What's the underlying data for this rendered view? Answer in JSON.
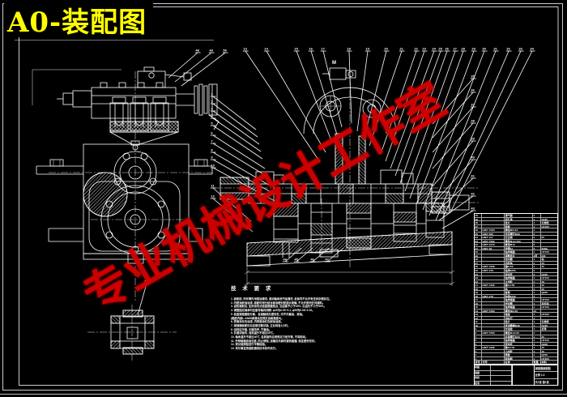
{
  "sheet": {
    "background": "#000000",
    "line_color": "#ffffff"
  },
  "header": {
    "title": "A0-装配图",
    "color": "#ffff00"
  },
  "watermark": {
    "text": "专业机械设计工作室",
    "color": "#d40000"
  },
  "view_labels": {
    "m_view": "M"
  },
  "callouts": {
    "left": [
      "1",
      "2",
      "3",
      "4",
      "5",
      "6",
      "7",
      "8",
      "9",
      "10",
      "11",
      "12"
    ],
    "top": [
      "13",
      "14",
      "15",
      "16",
      "17",
      "18",
      "19",
      "20",
      "21",
      "22",
      "23",
      "24",
      "25",
      "26",
      "27",
      "28",
      "29",
      "30",
      "31",
      "32",
      "33",
      "34"
    ],
    "right": [
      "35",
      "36",
      "37",
      "38",
      "39",
      "40",
      "41",
      "42",
      "43"
    ],
    "bottom": [
      "44",
      "45",
      "46",
      "47"
    ],
    "left_view_top": [
      "48",
      "49",
      "50"
    ],
    "detail": "51"
  },
  "notes": {
    "title": "技 术 要 求",
    "lines": [
      "1. 装配前, 所有零件用煤油清洗, 滚动轴承用汽油清洗, 机体内不允许有任何杂物存在。",
      "2. 内壁涂耐油油漆, 装配时剖分结合面涂密封胶或水玻璃, 不允许使用任何填料。",
      "3. 齿轮装配后, 应用涂色法检查接触斑点, 沿齿高不小于40%, 沿齿长不小于50%。",
      "4. 调整固定轴承时应留有轴向间隙: φ40为0.05~0.1, φ55为0.08~0.15。",
      "5. 检查减速器剖分面、各接触面及密封处, 均不许漏油、渗油。",
      "   (箱座内装L-AN68润滑油至规定油面高度H)。",
      "6. 表面涂灰色油漆, 内表面涂红色耐油油漆。",
      "7. 减速器装配好后应做空载试验, 正反转各1小时。",
      "8. 运转应平稳, 无撞击声, 不漏油。",
      "9. 负载试验时, 油池温升不超过35℃。",
      "10. 轴承温升不超过40℃, 各紧固件应按规定力矩拧紧, 不得松动。",
      "11. 外伸轴端涂油包装, 防止锈蚀, 运输及吊装时避免碰撞, 保证密封完好。",
      "12. 按试验规程进行平衡检验。",
      "13. 未尽事宜按装配通用技术条件执行。"
    ]
  },
  "parts_list": {
    "headers": [
      "序号",
      "代号",
      "名称",
      "数量",
      "材料"
    ],
    "rows": [
      [
        "40",
        "",
        "通气器",
        "1",
        ""
      ],
      [
        "39",
        "",
        "视孔盖",
        "1",
        "Q235"
      ],
      [
        "38",
        "",
        "垫片",
        "1",
        "石棉纸"
      ],
      [
        "37",
        "",
        "箱盖",
        "1",
        "HT200"
      ],
      [
        "36",
        "GB/T 5783",
        "螺栓M6×16",
        "4",
        ""
      ],
      [
        "35",
        "GB/T 825",
        "吊环螺钉M10",
        "2",
        ""
      ],
      [
        "34",
        "GB/T 117",
        "定位销",
        "2",
        "35"
      ],
      [
        "33",
        "GB/T 5782",
        "螺栓M12×100",
        "6",
        ""
      ],
      [
        "32",
        "GB/T 6170",
        "螺母M12",
        "6",
        ""
      ],
      [
        "31",
        "GB/T 93",
        "垫圈12",
        "6",
        "65Mn"
      ],
      [
        "30",
        "",
        "轴承端盖",
        "1",
        "HT150"
      ],
      [
        "29",
        "",
        "调整垫片",
        "2组",
        "08F"
      ],
      [
        "28",
        "",
        "密封圈",
        "1",
        "毡"
      ],
      [
        "27",
        "",
        "齿轮轴",
        "1",
        "45"
      ],
      [
        "26",
        "GB/T 1096",
        "键8×50",
        "1",
        "45"
      ],
      [
        "25",
        "GB/T 276",
        "轴承6206",
        "2",
        ""
      ],
      [
        "24",
        "",
        "挡油环",
        "2",
        "Q235"
      ],
      [
        "23",
        "",
        "轴承端盖",
        "1",
        "HT150"
      ],
      [
        "22",
        "",
        "大齿轮",
        "1",
        "40"
      ],
      [
        "21",
        "GB/T 1096",
        "键14×56",
        "1",
        "45"
      ],
      [
        "20",
        "",
        "轴",
        "1",
        "45"
      ],
      [
        "19",
        "",
        "套筒",
        "1",
        "Q235"
      ],
      [
        "18",
        "GB/T 276",
        "轴承6208",
        "2",
        ""
      ],
      [
        "17",
        "",
        "轴承端盖",
        "1",
        "HT150"
      ],
      [
        "16",
        "",
        "密封圈",
        "1",
        "羊毛毡"
      ],
      [
        "15",
        "",
        "轴承端盖",
        "1",
        "HT150"
      ],
      [
        "14",
        "GB/T 5783",
        "螺栓M8×25",
        "24",
        ""
      ],
      [
        "13",
        "",
        "箱座",
        "1",
        "HT200"
      ],
      [
        "12",
        "",
        "油标尺",
        "1",
        ""
      ],
      [
        "11",
        "",
        "垫片",
        "1",
        "石棉纸"
      ],
      [
        "10",
        "",
        "放油螺塞M18",
        "1",
        "Q235"
      ],
      [
        "9",
        "",
        "封油垫",
        "1",
        "皮革"
      ],
      [
        "8",
        "GB/T 5783",
        "螺栓M10×35",
        "2",
        ""
      ],
      [
        "7",
        "",
        "启盖螺钉M10",
        "1",
        "35"
      ],
      [
        "6",
        "",
        "轴承端盖",
        "1",
        "HT150"
      ],
      [
        "5",
        "",
        "甩油环",
        "2",
        "Q235"
      ],
      [
        "4",
        "GB/T 1096",
        "键10×40",
        "1",
        "45"
      ],
      [
        "3",
        "",
        "小齿轮",
        "1",
        "45"
      ],
      [
        "2",
        "",
        "隔套",
        "1",
        "Q235"
      ],
      [
        "1",
        "",
        "联轴器",
        "1",
        "HT200"
      ]
    ]
  },
  "title_block": {
    "sign_rows": [
      "制图",
      "描图",
      "审核",
      "批准"
    ],
    "name": "减速器装配图",
    "scale_row": "比例 1:2",
    "sheet_row": "共1张 第1张"
  }
}
